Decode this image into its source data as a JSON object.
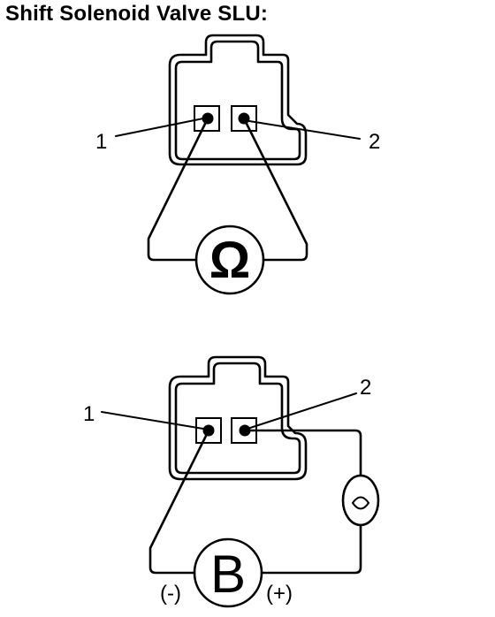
{
  "title": "Shift Solenoid Valve SLU:",
  "top_diagram": {
    "terminal_labels": [
      "1",
      "2"
    ],
    "meter_symbol": "Ω"
  },
  "bottom_diagram": {
    "terminal_labels": [
      "1",
      "2"
    ],
    "battery_symbol": "B",
    "battery_negative": "(-)",
    "battery_positive": "(+)"
  }
}
